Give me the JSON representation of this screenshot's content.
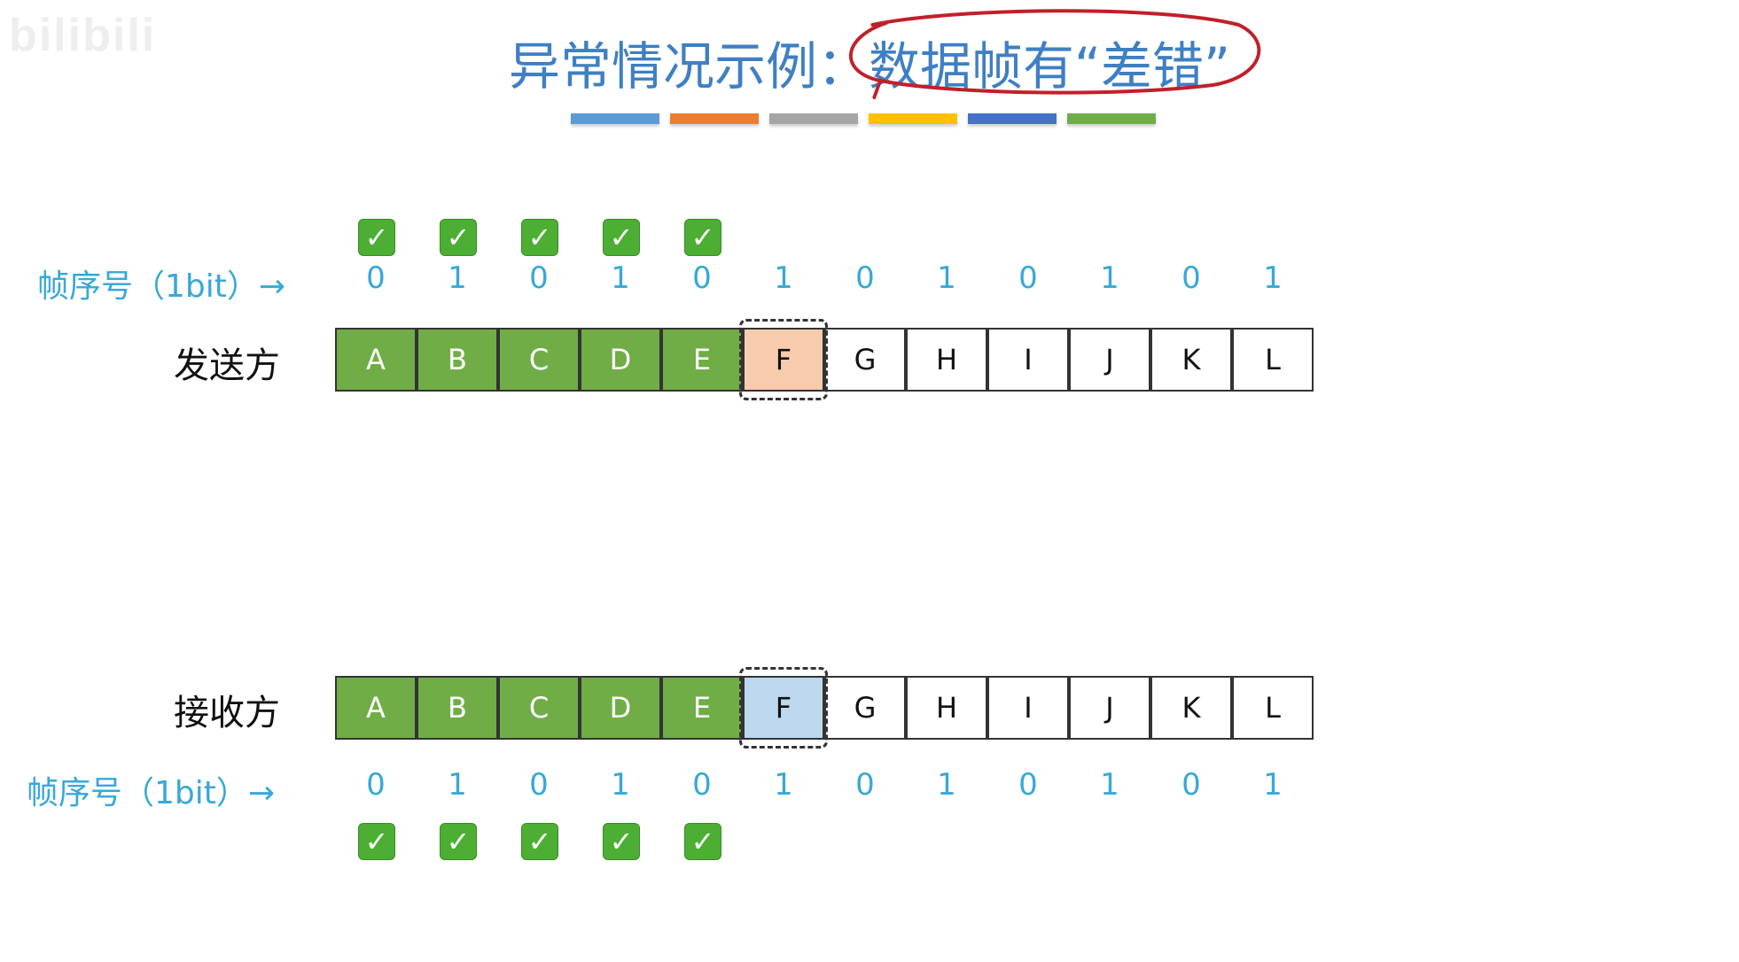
{
  "watermark": "bilibili",
  "title": {
    "prefix": "异常情况示例：",
    "highlight": "数据帧有“差错”",
    "ring_color": "#c0202a"
  },
  "color_bars": [
    "#5b9bd5",
    "#ed7d31",
    "#a5a5a5",
    "#ffc000",
    "#4472c4",
    "#70ad47"
  ],
  "sender": {
    "label": "发送方",
    "seq_label": "帧序号（1bit）→",
    "current_index": 5
  },
  "receiver": {
    "label": "接收方",
    "seq_label": "帧序号（1bit）→",
    "current_index": 5
  },
  "frames": [
    "A",
    "B",
    "C",
    "D",
    "E",
    "F",
    "G",
    "H",
    "I",
    "J",
    "K",
    "L"
  ],
  "sequence_numbers": [
    "0",
    "1",
    "0",
    "1",
    "0",
    "1",
    "0",
    "1",
    "0",
    "1",
    "0",
    "1"
  ],
  "acknowledged_count": 5,
  "check_icon": "✓",
  "colors": {
    "acked": "#70ad47",
    "sender_current": "#f8cbad",
    "receiver_current": "#bdd7ee",
    "seq_text": "#38a8d8"
  }
}
